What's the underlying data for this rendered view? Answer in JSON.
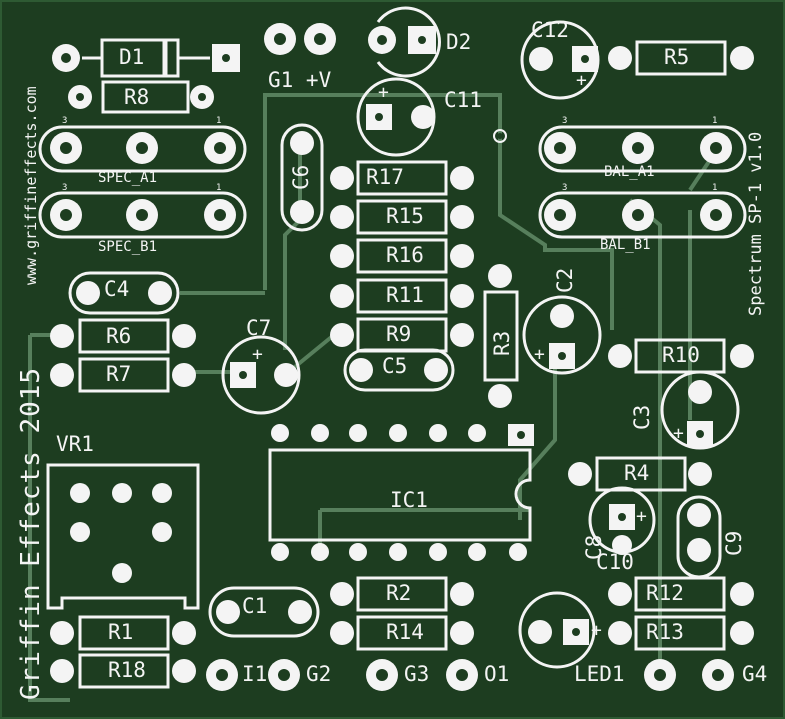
{
  "board": {
    "brand_vertical": "Griffin Effects 2015",
    "url_vertical": "www.griffineffects.com",
    "product_vertical": "Spectrum SP-1 v1.0"
  },
  "components": {
    "D1": "D1",
    "D2": "D2",
    "R8": "R8",
    "C12": "C12",
    "R5": "R5",
    "C11": "C11",
    "G1V": "G1 +V",
    "SPEC_A1": "SPEC_A1",
    "SPEC_B1": "SPEC_B1",
    "BAL_A1": "BAL_A1",
    "BAL_B1": "BAL_B1",
    "C6": "C6",
    "R17": "R17",
    "R15": "R15",
    "R16": "R16",
    "R11": "R11",
    "R9": "R9",
    "C4": "C4",
    "R6": "R6",
    "R7": "R7",
    "C7": "C7",
    "C5": "C5",
    "R3": "R3",
    "C2": "C2",
    "R10": "R10",
    "C3": "C3",
    "VR1": "VR1",
    "IC1": "IC1",
    "R4": "R4",
    "C8": "C8",
    "C9": "C9",
    "C10": "C10",
    "R12": "R12",
    "R13": "R13",
    "C1": "C1",
    "R2": "R2",
    "R14": "R14",
    "R1": "R1",
    "R18": "R18",
    "LED1": "LED1",
    "I1": "I1",
    "G2": "G2",
    "G3": "G3",
    "O1": "O1",
    "G4": "G4"
  },
  "pin_numbers": {
    "one": "1",
    "three": "3"
  },
  "polarity": {
    "plus": "+"
  },
  "colors": {
    "board": "#1d3d20",
    "trace": "#6b9a72",
    "silk": "#f4f4f4",
    "pad": "#f4f4f4"
  }
}
